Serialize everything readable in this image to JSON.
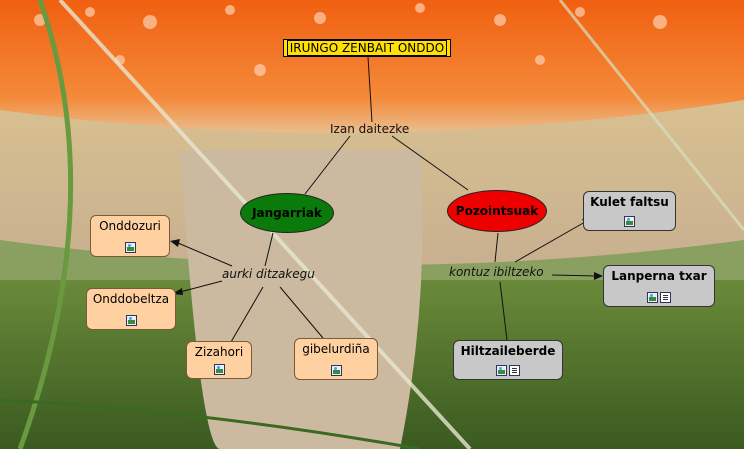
{
  "title": "IRUNGO ZENBAIT ONDDO",
  "link_main": "Izan daitezke",
  "edible": {
    "label": "Jangarriak",
    "link": "aurki ditzakegu",
    "items": [
      "Onddozuri",
      "Onddobeltza",
      "Zizahori",
      "gibelurdiña"
    ]
  },
  "poisonous": {
    "label": "Pozointsuak",
    "link": "kontuz ibiltzeko",
    "items": [
      "Kulet faltsu",
      "Lanperna txar",
      "Hiltzaileberde"
    ]
  },
  "colors": {
    "edible": "#0a7a0a",
    "poisonous": "#ee0000",
    "title_bg": "#ffe000"
  }
}
